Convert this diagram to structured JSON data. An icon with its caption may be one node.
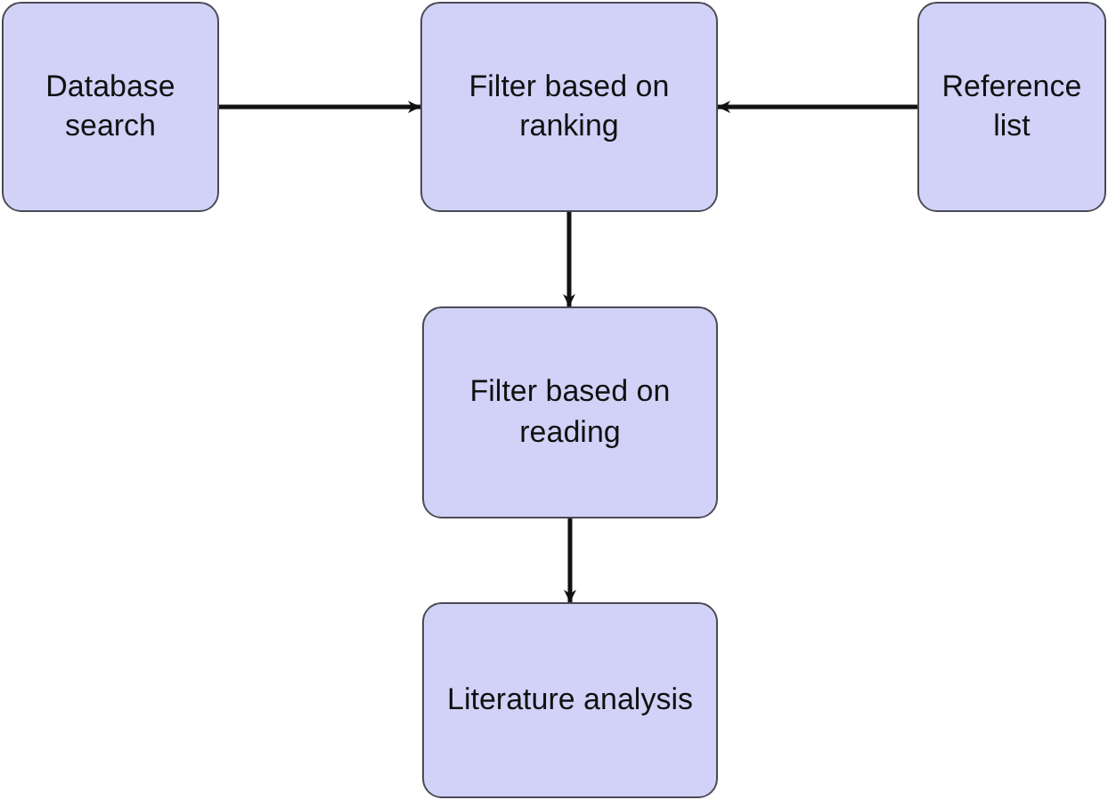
{
  "diagram": {
    "nodes": [
      {
        "text": [
          "Database search"
        ]
      },
      {
        "text": [
          "Filter based on ranking"
        ]
      },
      {
        "text": [
          "Reference list"
        ]
      },
      {
        "text": [
          "Filter based on reading"
        ]
      },
      {
        "text": [
          "Literature analysis"
        ]
      }
    ],
    "edges": [
      {
        "from": 0,
        "to": 1,
        "arrow": "to"
      },
      {
        "from": 2,
        "to": 1,
        "arrow": "to"
      },
      {
        "from": 1,
        "to": 3,
        "arrow": "to"
      },
      {
        "from": 3,
        "to": 4,
        "arrow": "to"
      }
    ]
  }
}
